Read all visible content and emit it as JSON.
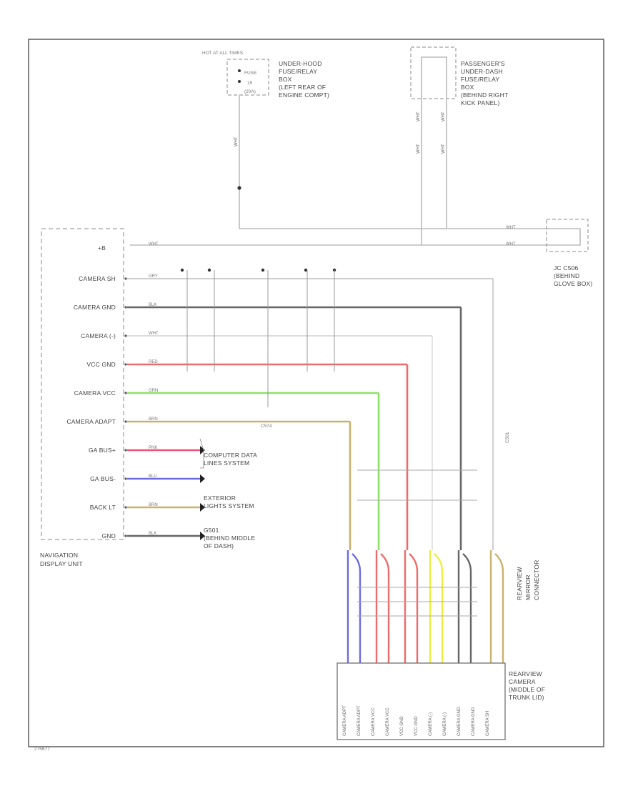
{
  "frame_code": "275677",
  "fuse_box": {
    "title": "HOT AT ALL TIMES",
    "lines": [
      "FUSE",
      "15",
      "(20A)"
    ],
    "desc": [
      "UNDER-HOOD",
      "FUSE/RELAY",
      "BOX",
      "(LEFT REAR OF",
      "ENGINE COMPT)"
    ]
  },
  "passenger_box": {
    "desc": [
      "PASSENGER'S",
      "UNDER-DASH",
      "FUSE/RELAY",
      "BOX",
      "(BEHIND RIGHT",
      "KICK PANEL)"
    ]
  },
  "ac_connector": {
    "wires": [
      "WHT",
      "WHT"
    ],
    "desc": [
      "JC C506",
      "(BEHIND",
      "GLOVE BOX)"
    ]
  },
  "nav_unit": {
    "power_pin": "+B",
    "pins": [
      {
        "label": "CAMERA SH",
        "wire": "GRY"
      },
      {
        "label": "CAMERA GND",
        "wire": "BLK"
      },
      {
        "label": "CAMERA (-)",
        "wire": "WHT"
      },
      {
        "label": "VCC GND",
        "wire": "RED"
      },
      {
        "label": "CAMERA VCC",
        "wire": "GRN"
      },
      {
        "label": "CAMERA ADAPT",
        "wire": "BRN"
      },
      {
        "label": "GA BUS+",
        "wire": "PNK"
      },
      {
        "label": "GA BUS-",
        "wire": "BLU"
      },
      {
        "label": "BACK LT",
        "wire": "BRN"
      },
      {
        "label": "GND",
        "wire": "BLK"
      }
    ],
    "title": [
      "NAVIGATION",
      "DISPLAY UNIT"
    ]
  },
  "power_wire": "WHT",
  "top_wires": [
    "WHT",
    "WHT",
    "WHT",
    "WHT",
    "WHT"
  ],
  "splice_label": "C574",
  "systems": {
    "computer_data": [
      "COMPUTER DATA",
      "LINES SYSTEM"
    ],
    "exterior_lights": [
      "EXTERIOR",
      "LIGHTS SYSTEM"
    ],
    "ground": [
      "G501",
      "(BEHIND MIDDLE",
      "OF DASH)"
    ]
  },
  "right_connector": "C501",
  "rearview_connector_desc": [
    "REARVIEW",
    "MIRROR",
    "CONNECTOR"
  ],
  "camera": {
    "desc": [
      "REARVIEW",
      "CAMERA",
      "(MIDDLE OF",
      "TRUNK LID)"
    ],
    "pins": [
      "CAMERA ADPT",
      "CAMERA ADPT",
      "CAMERA VCC",
      "CAMERA VCC",
      "VCC GND",
      "VCC GND",
      "CAMERA (-)",
      "CAMERA (-)",
      "CAMERA GND",
      "CAMERA GND",
      "CAMERA SH"
    ]
  },
  "colors": {
    "red": "#ef6b6b",
    "green": "#8ee06a",
    "brown": "#c9b26e",
    "pink": "#f0527a",
    "blue": "#6b6be6",
    "black": "#555555",
    "yellow": "#eeee40",
    "gray": "#bdbdbd",
    "dark": "#666666"
  }
}
